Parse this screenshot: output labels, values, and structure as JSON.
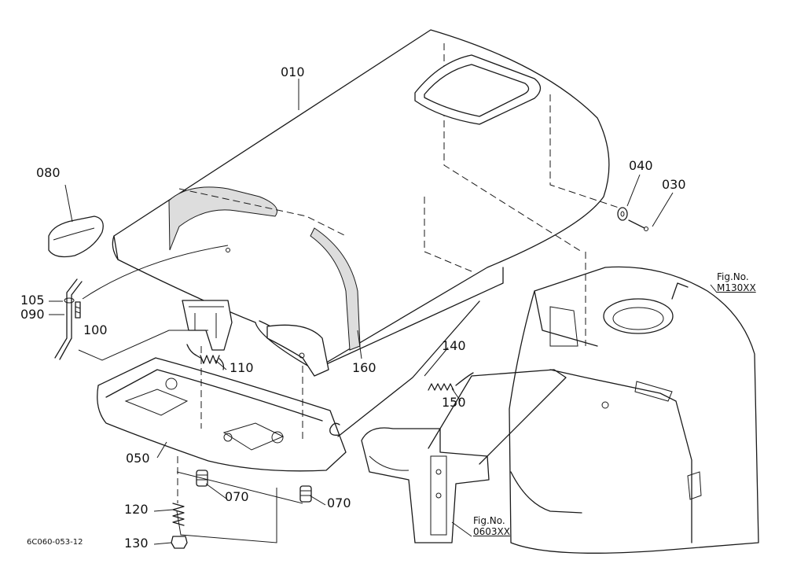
{
  "callouts": {
    "c010": "010",
    "c080": "080",
    "c040": "040",
    "c030": "030",
    "c105": "105",
    "c090": "090",
    "c100": "100",
    "c110": "110",
    "c160": "160",
    "c140": "140",
    "c150": "150",
    "c050": "050",
    "c070a": "070",
    "c070b": "070",
    "c120": "120",
    "c130": "130"
  },
  "figure_refs": {
    "upper": {
      "label": "Fig.No.",
      "number": "M130XX"
    },
    "lower": {
      "label": "Fig.No.",
      "number": "0603XX"
    }
  },
  "document_code": "6C060-053-12"
}
